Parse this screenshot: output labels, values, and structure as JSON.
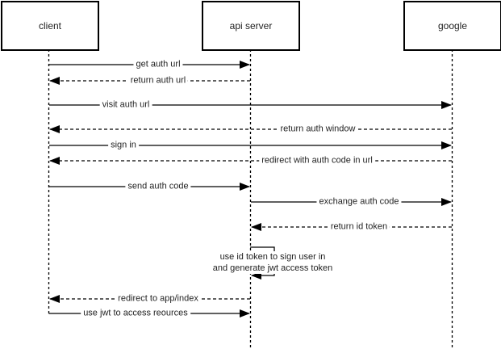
{
  "diagram": {
    "type": "sequence-diagram",
    "colors": {
      "stroke": "#000000",
      "text": "#222222",
      "background": "#ffffff"
    },
    "actors": [
      {
        "label": "client"
      },
      {
        "label": "api server"
      },
      {
        "label": "google"
      }
    ],
    "messages": [
      {
        "label": "get auth url",
        "from": "client",
        "to": "api server",
        "line": "solid"
      },
      {
        "label": "return auth url",
        "from": "api server",
        "to": "client",
        "line": "dashed"
      },
      {
        "label": "visit auth url",
        "from": "client",
        "to": "google",
        "line": "solid"
      },
      {
        "label": "return auth window",
        "from": "google",
        "to": "client",
        "line": "dashed"
      },
      {
        "label": "sign in",
        "from": "client",
        "to": "google",
        "line": "solid"
      },
      {
        "label": "redirect with auth code in url",
        "from": "google",
        "to": "client",
        "line": "dashed"
      },
      {
        "label": "send auth code",
        "from": "client",
        "to": "api server",
        "line": "solid"
      },
      {
        "label": "exchange auth code",
        "from": "api server",
        "to": "google",
        "line": "solid"
      },
      {
        "label": "return id token",
        "from": "google",
        "to": "api server",
        "line": "dashed"
      },
      {
        "label_lines": [
          "use id token to sign user in",
          "and generate jwt access token"
        ],
        "from": "api server",
        "to": "api server",
        "line": "self"
      },
      {
        "label": "redirect to app/index",
        "from": "api server",
        "to": "client",
        "line": "dashed"
      },
      {
        "label": "use jwt to access reources",
        "from": "client",
        "to": "api server",
        "line": "solid"
      }
    ]
  }
}
